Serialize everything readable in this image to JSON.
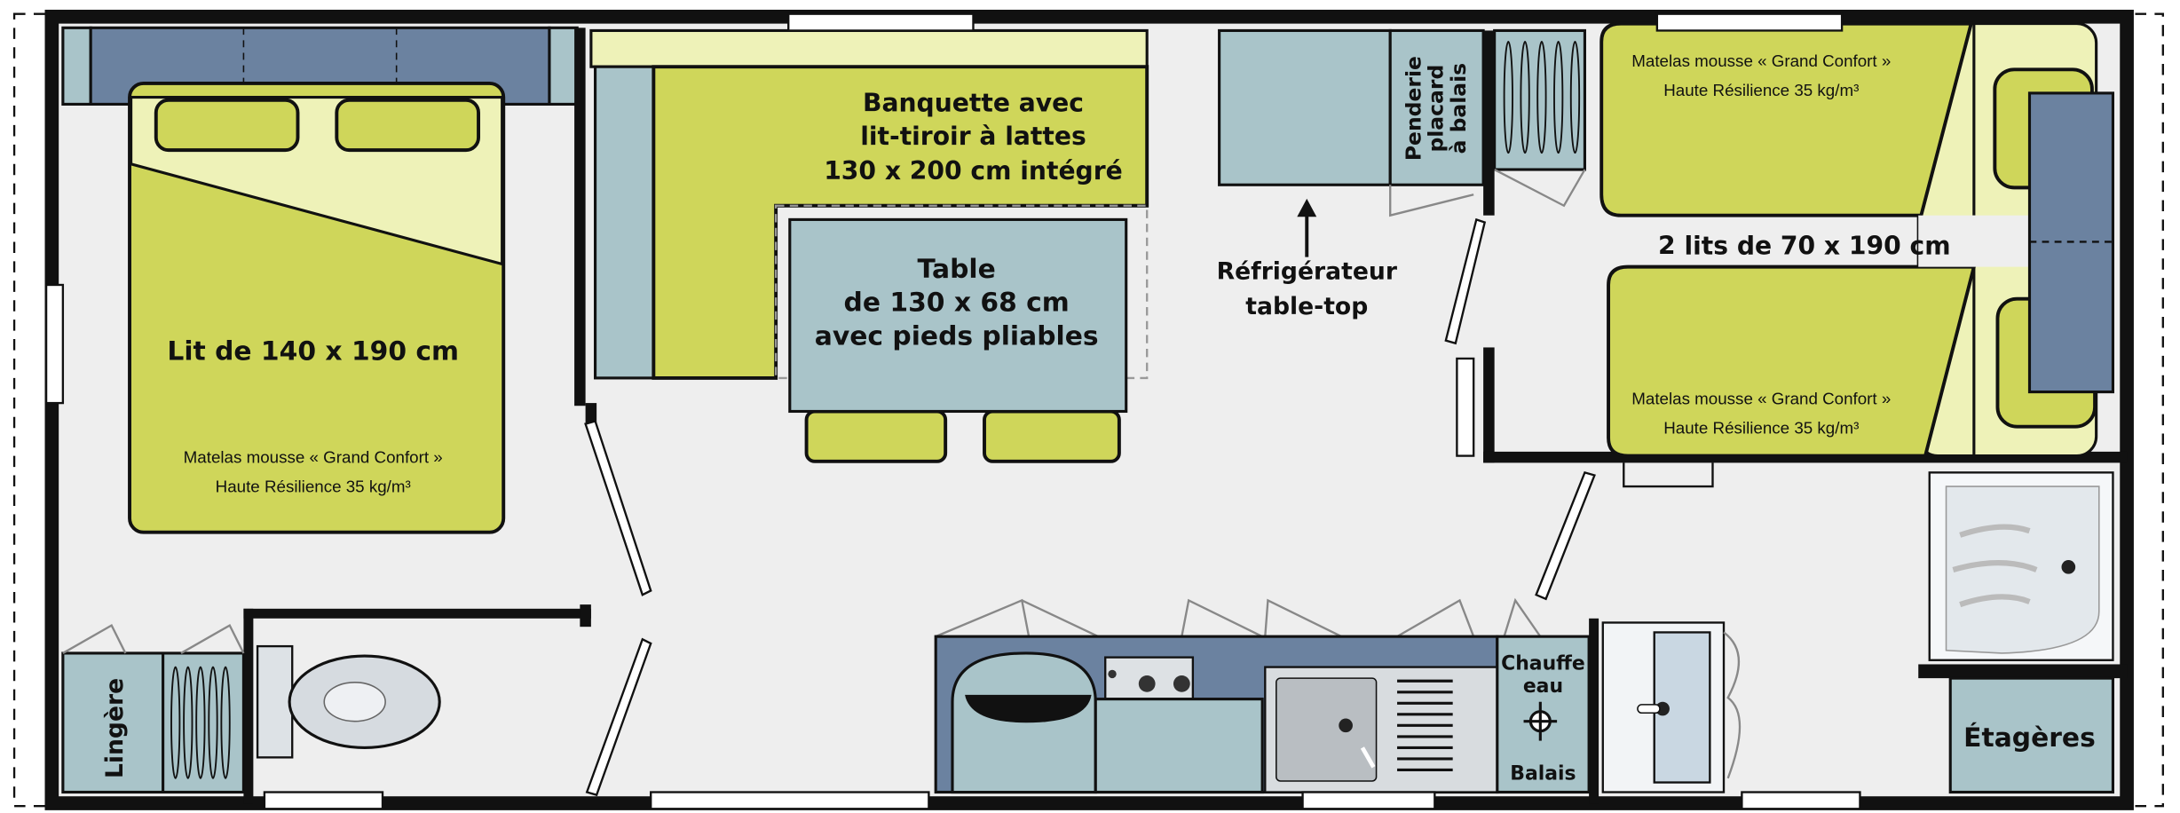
{
  "plan": {
    "double_bed": {
      "label": "Lit de 140 x 190 cm",
      "mattress_line1": "Matelas mousse « Grand Confort »",
      "mattress_line2": "Haute Résilience 35 kg/m³"
    },
    "banquette": {
      "line1": "Banquette avec",
      "line2": "lit-tiroir à lattes",
      "line3": "130 x 200 cm intégré"
    },
    "table": {
      "line1": "Table",
      "line2": "de 130 x 68 cm",
      "line3": "avec pieds pliables"
    },
    "fridge": {
      "line1": "Réfrigérateur",
      "line2": "table-top"
    },
    "penderie": {
      "line1": "Penderie",
      "line2": "placard",
      "line3": "à balais"
    },
    "twin_beds": {
      "label": "2 lits de 70 x 190 cm",
      "mattress_line1": "Matelas mousse « Grand Confort »",
      "mattress_line2": "Haute Résilience 35 kg/m³"
    },
    "linen": {
      "label": "Lingère"
    },
    "water_heater": {
      "line1": "Chauffe",
      "line2": "eau",
      "line3": "Balais"
    },
    "shelves": {
      "label": "Étagères"
    }
  },
  "colors": {
    "wall": "#111111",
    "floor": "#eeeeee",
    "mattress": "#cfd65a",
    "pale": "#eef2b8",
    "light_blue": "#a9c4c9",
    "dark_blue": "#6b82a0"
  }
}
